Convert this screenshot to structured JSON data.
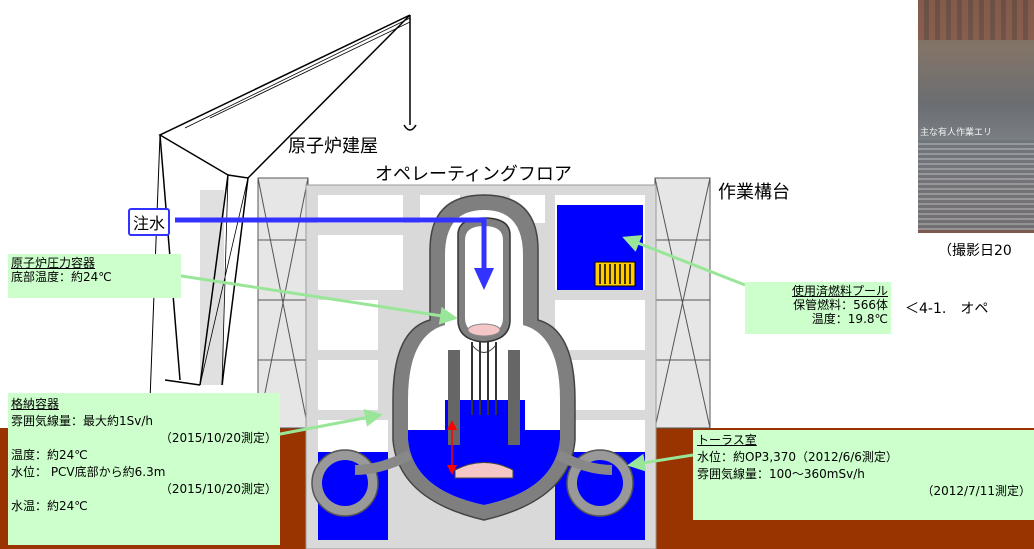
{
  "labels": {
    "reactor_building": "原子炉建屋",
    "operating_floor": "オペレーティングフロア",
    "work_platform": "作業構台",
    "water_injection": "注水",
    "photo_date": "（撮影日20",
    "caption": "＜4-1.　オペ",
    "photo_caption": "主な有人作業エリ"
  },
  "rpv_callout": {
    "title": "原子炉圧力容器",
    "line1": "底部温度：約24℃"
  },
  "pool_callout": {
    "title": "使用済燃料プール",
    "line1": "保管燃料：566体",
    "line2": "温度：19.8℃"
  },
  "pcv_callout": {
    "title": "格納容器",
    "line1": "雰囲気線量：最大約1Sv/h",
    "line2": "（2015/10/20測定）",
    "line3": "温度：約24℃",
    "line4": "水位： PCV底部から約6.3m",
    "line5": "（2015/10/20測定）",
    "line6": "水温：約24℃"
  },
  "torus_callout": {
    "title": "トーラス室",
    "line1": "水位：約OP3,370（2012/6/6測定）",
    "line2": "雰囲気線量：100～360mSv/h",
    "line3": "（2012/7/11測定）"
  },
  "colors": {
    "water": "#0000ff",
    "ground": "#993300",
    "concrete": "#d9d9d9",
    "containment": "#808080",
    "callout": "#ccffcc",
    "arrow": "#3333ff",
    "level_arrow": "#ff0000"
  }
}
